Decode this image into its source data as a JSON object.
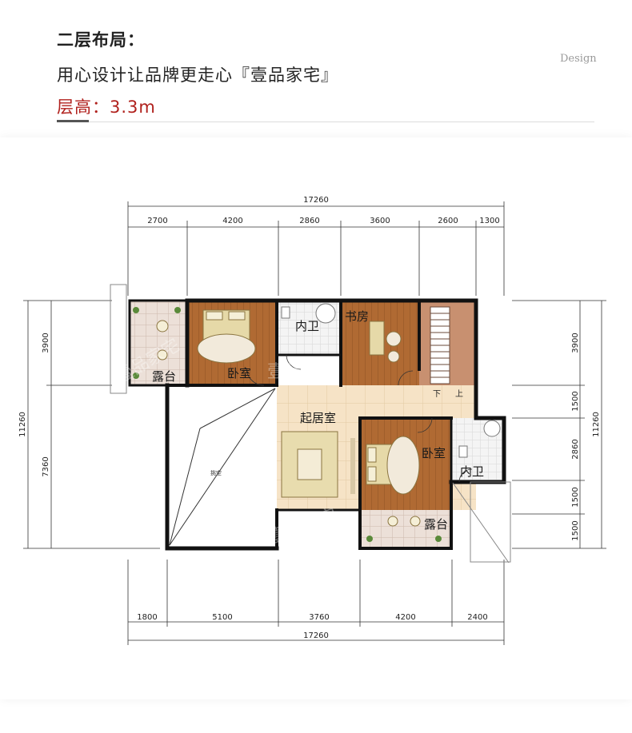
{
  "header": {
    "title": "二层布局：",
    "subtitle": "用心设计让品牌更走心『壹品家宅』",
    "floor_height": "层高：3.3m",
    "design_tag": "Design"
  },
  "plan": {
    "dims_top": {
      "total": "17260",
      "segments": [
        "2700",
        "4200",
        "2860",
        "3600",
        "2600",
        "1300"
      ]
    },
    "dims_bottom": {
      "total": "17260",
      "segments": [
        "1800",
        "5100",
        "3760",
        "4200",
        "2400"
      ]
    },
    "dims_left": {
      "total": "11260",
      "segments": [
        "3900",
        "7360"
      ]
    },
    "dims_right": {
      "total": "11260",
      "segments": [
        "3900",
        "1500",
        "2860",
        "1500",
        "1500"
      ]
    },
    "rooms": {
      "balcony_left": "露台",
      "bedroom_1": "卧室",
      "bathroom_1": "内卫",
      "study": "书房",
      "living": "起居室",
      "bedroom_2": "卧室",
      "bathroom_2": "内卫",
      "balcony_bottom": "露台",
      "void": "挑空"
    },
    "stairs": {
      "down": "下",
      "up": "上"
    },
    "watermark": "壹品家宅"
  },
  "colors": {
    "wall": "#111111",
    "wood_floor": "#b06a33",
    "tile_floor": "#f6e3c6",
    "balcony_floor": "#e8d8cf",
    "accent_red": "#b0201c"
  }
}
